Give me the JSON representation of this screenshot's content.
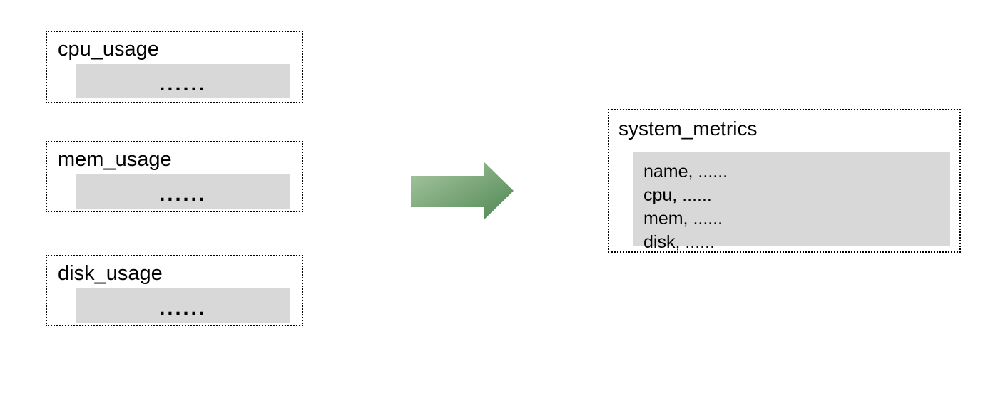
{
  "canvas": {
    "background": "#ffffff",
    "border_color": "#000000",
    "bar_fill": "#d8d8d8",
    "text_color": "#000000"
  },
  "sources": [
    {
      "title": "cpu_usage",
      "placeholder": "......"
    },
    {
      "title": "mem_usage",
      "placeholder": "......"
    },
    {
      "title": "disk_usage",
      "placeholder": "......"
    }
  ],
  "arrow": {
    "gradient_start": "#abc8a5",
    "gradient_end": "#4e8751"
  },
  "target": {
    "title": "system_metrics",
    "rows": [
      "name, ......",
      "cpu, ......",
      "mem, ......",
      "disk, ......"
    ]
  }
}
